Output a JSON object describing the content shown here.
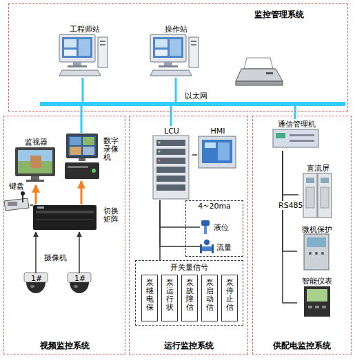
{
  "diagram": {
    "nodes": [
      {
        "text": [
          "监控管理系统"
        ]
      },
      {
        "text": [
          "工程师站"
        ],
        "in": 0
      },
      {
        "text": [
          "操作站"
        ],
        "in": 0
      },
      {
        "text": [
          "以太网"
        ],
        "in": 0
      },
      {
        "text": [
          "视频监控系统"
        ]
      },
      {
        "text": [
          "监视器"
        ],
        "in": 4
      },
      {
        "text": [
          "数字录像机"
        ],
        "in": 4
      },
      {
        "text": [
          "键盘"
        ],
        "in": 4
      },
      {
        "text": [
          "切换矩阵"
        ],
        "in": 4
      },
      {
        "text": [
          "1#"
        ],
        "in": 4
      },
      {
        "text": [
          "1#"
        ],
        "in": 4
      },
      {
        "text": [
          "运行监控系统"
        ]
      },
      {
        "text": [
          "LCU"
        ],
        "in": 11
      },
      {
        "text": [
          "HMI"
        ],
        "in": 11
      },
      {
        "text": [
          "4~20ma"
        ],
        "in": 11
      },
      {
        "text": [
          "液位"
        ],
        "in": 14
      },
      {
        "text": [
          "流量"
        ],
        "in": 14
      },
      {
        "text": [
          "开关量信号"
        ],
        "in": 11
      },
      {
        "text": [
          "泵继电保"
        ],
        "in": 17
      },
      {
        "text": [
          "泵运行状"
        ],
        "in": 17
      },
      {
        "text": [
          "泵故障信"
        ],
        "in": 17
      },
      {
        "text": [
          "泵启动信"
        ],
        "in": 17
      },
      {
        "text": [
          "泵停止信"
        ],
        "in": 17
      },
      {
        "text": [
          "供配电监控系统"
        ]
      },
      {
        "text": [
          "通信管理机"
        ],
        "in": 23
      },
      {
        "text": [
          "直流屏"
        ],
        "in": 23
      },
      {
        "text": [
          "微机保护"
        ],
        "in": 23
      },
      {
        "text": [
          "智能仪表"
        ],
        "in": 23
      }
    ],
    "edges": [
      {
        "from": 1,
        "to": 3,
        "arrow": "none"
      },
      {
        "from": 2,
        "to": 3,
        "arrow": "none"
      },
      {
        "from": 3,
        "to": 6,
        "arrow": "none"
      },
      {
        "from": 3,
        "to": 12,
        "arrow": "none"
      },
      {
        "from": 3,
        "to": 24,
        "arrow": "none"
      },
      {
        "from": 8,
        "to": 5,
        "arrow": "to"
      },
      {
        "from": 8,
        "to": 6,
        "arrow": "to"
      },
      {
        "from": 7,
        "to": 8,
        "arrow": "none"
      },
      {
        "from": 9,
        "to": 8,
        "arrow": "to"
      },
      {
        "from": 10,
        "to": 8,
        "arrow": "to"
      },
      {
        "from": 12,
        "to": 13,
        "arrow": "none"
      },
      {
        "from": 12,
        "to": 15,
        "arrow": "none"
      },
      {
        "from": 12,
        "to": 16,
        "arrow": "none"
      },
      {
        "from": 12,
        "to": 17,
        "arrow": "none"
      },
      {
        "from": 24,
        "to": 25,
        "arrow": "none"
      },
      {
        "from": 24,
        "to": 26,
        "arrow": "none"
      },
      {
        "from": 24,
        "to": 27,
        "arrow": "none"
      }
    ],
    "labels": [
      "摄像机",
      "RS485"
    ]
  }
}
